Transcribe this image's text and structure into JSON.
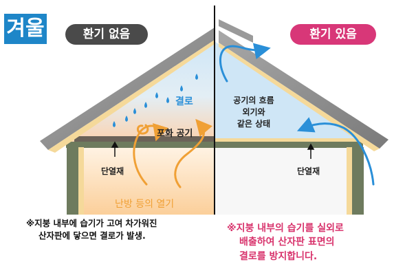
{
  "season_label": "겨울",
  "left_panel": {
    "pill_label": "환기 없음",
    "condensation_label": "결로",
    "saturated_air_label": "포화 공기",
    "insulation_label": "단열재",
    "heat_label": "난방 등의 열기",
    "note_lines": [
      "※지붕 내부에 습기가 고여 차가워진",
      "산자판에 닿으면 결로가 발생."
    ]
  },
  "right_panel": {
    "pill_label": "환기 있음",
    "airflow_lines": [
      "공기의 흐름",
      "외기와",
      "같은 상태"
    ],
    "insulation_label": "단열재",
    "note_lines": [
      "※지붕 내부의 습기를 실외로",
      "배출하여 산자판 표면의",
      "결로를 방지합니다."
    ]
  },
  "colors": {
    "season_badge": "#1e86c8",
    "pill_no_vent": "#4a4a4a",
    "pill_vent": "#d83778",
    "roof": "#8c8c8c",
    "wall": "#6e7b5e",
    "insulation": "#f5d99a",
    "airflow_arrow": "#2a8fd8",
    "heat_arrow": "#f0a035",
    "note_vent": "#d8336c"
  },
  "icons": [
    "water-drop-icon",
    "arrow-up-icon",
    "airflow-arrow-icon",
    "heat-arrow-icon"
  ]
}
